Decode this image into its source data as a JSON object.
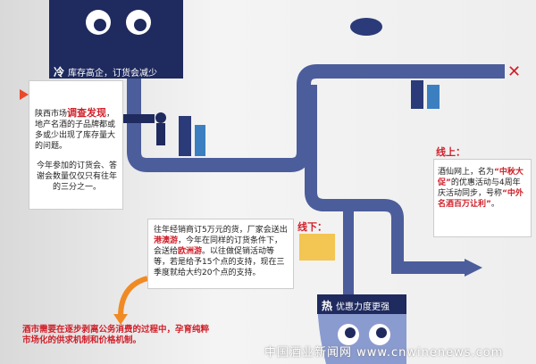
{
  "top_head": {
    "hot_cold": "冷",
    "caption": "库存高企，订货会减少"
  },
  "left_box": {
    "p1_pre": "陕西市场",
    "p1_highlight": "调查发现",
    "p1_post": "，地产名酒的子品牌都或多或少出现了库存量大的问题。",
    "p2": "今年参加的订货会、答谢会数量仅仅只有往年的三分之一。"
  },
  "offline": {
    "label": "线下：",
    "t1": "往年经销商订5万元的货，厂家会送出",
    "h1": "港澳游",
    "t2": "，今年在同样的订货条件下，会送给",
    "h2": "欧洲游",
    "t3": "。以往做促销活动等等，若是给予15个点的支持，现在三季度就给大约20个点的支持。"
  },
  "online": {
    "label": "线上：",
    "t1": "酒仙网上，名为",
    "h1": "“中秋大促”",
    "t2": "的优惠活动与4周年庆活动同步，号称",
    "h2": "“中外名酒百万让利”",
    "t3": "。"
  },
  "bottom_head": {
    "hot_cold": "热",
    "caption": "优惠力度更强"
  },
  "conclusion": "酒市需要在逐步剥离公务消费的过程中，孕育纯粹市场化的供求机制和价格机制。",
  "watermark": "中国酒业新闻网  www.cnwinenews.com",
  "colors": {
    "navy": "#1f2a5e",
    "pipe": "#4c5d9c",
    "face": "#8a9bcf",
    "accent": "#d0202a",
    "orange": "#f08a24"
  }
}
